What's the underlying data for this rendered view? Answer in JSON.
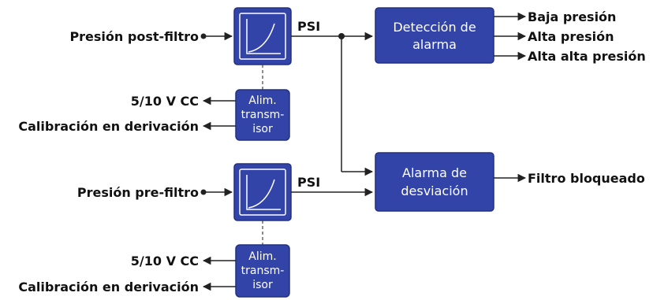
{
  "colors": {
    "block_fill": "#3344a8",
    "block_stroke": "#23307f",
    "line": "#222222"
  },
  "inputs": {
    "post_filter": "Presión post-filtro",
    "pre_filter": "Presión pre-filtro"
  },
  "signal_labels": {
    "psi_top": "PSI",
    "psi_bottom": "PSI"
  },
  "blocks": {
    "transducer_top_icon": "curve-icon",
    "transducer_bottom_icon": "curve-icon",
    "alarm_detection": [
      "Detección de",
      "alarma"
    ],
    "deviation_alarm": [
      "Alarma de",
      "desviación"
    ],
    "power_top": [
      "Alim.",
      "transm-",
      "isor"
    ],
    "power_bottom": [
      "Alim.",
      "transm-",
      "isor"
    ]
  },
  "outputs": {
    "low_pressure": "Baja presión",
    "high_pressure": "Alta presión",
    "high_high_pressure": "Alta alta presión",
    "filter_blocked": "Filtro bloqueado"
  },
  "power_outputs": {
    "voltage_top": "5/10 V CC",
    "calibration_top": "Calibración en derivación",
    "voltage_bottom": "5/10 V CC",
    "calibration_bottom": "Calibración en derivación"
  }
}
